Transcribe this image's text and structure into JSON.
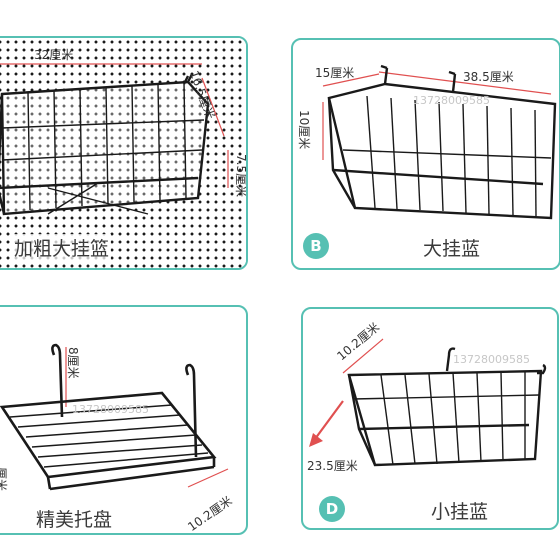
{
  "panels": [
    {
      "caption": "加粗大挂篮",
      "dims": {
        "width": "32厘米",
        "depth": "16.5厘米",
        "height": "7.5厘米"
      }
    },
    {
      "badge": "B",
      "caption": "大挂蓝",
      "dims": {
        "depth": "15厘米",
        "width": "38.5厘米",
        "height": "10厘米"
      },
      "watermark": "13728009585"
    },
    {
      "caption": "精美托盘",
      "dims": {
        "hook_height": "8厘米",
        "depth": "10.2厘米",
        "left_partial": "厘米"
      },
      "watermark": "13728009585"
    },
    {
      "badge": "D",
      "caption": "小挂蓝",
      "dims": {
        "depth": "10.2厘米",
        "width": "23.5厘米"
      },
      "watermark": "13728009585"
    }
  ],
  "colors": {
    "border": "#56c0b3",
    "badge": "#56c0b3",
    "wire": "#1a1a1a",
    "dimension_line": "#e05050"
  },
  "icons": [
    "wire-basket-large",
    "wire-basket-medium",
    "wire-shelf-tray",
    "wire-basket-small"
  ]
}
